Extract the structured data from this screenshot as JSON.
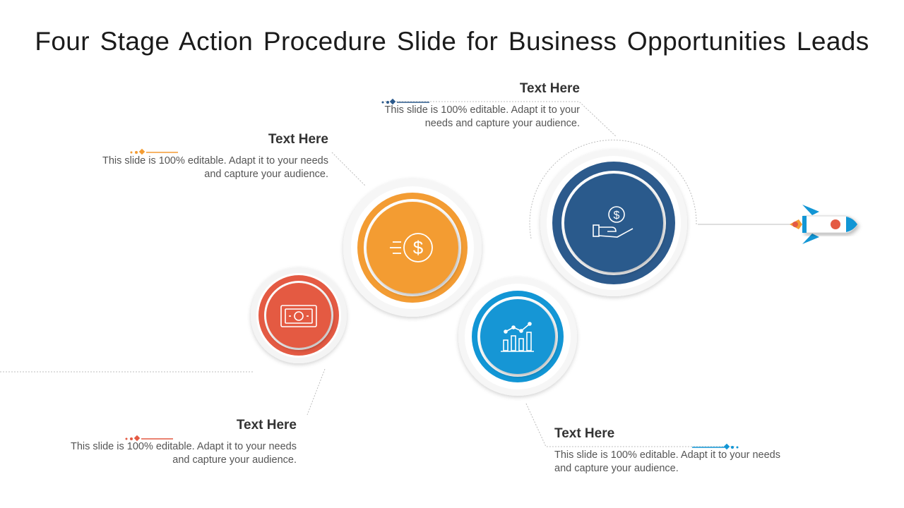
{
  "title": "Four Stage Action Procedure Slide for Business Opportunities Leads",
  "colors": {
    "red": "#E45A43",
    "orange": "#F39C33",
    "cyan": "#1296D5",
    "navy": "#2C5A8C",
    "gray_line": "#BDBDBD"
  },
  "stages": [
    {
      "heading": "Text Here",
      "text": "This slide is 100% editable. Adapt it to your needs and capture your audience.",
      "icon": "banknote-icon",
      "color": "#E45A43"
    },
    {
      "heading": "Text Here",
      "text": "This slide is 100% editable. Adapt it to your needs and capture your audience.",
      "icon": "fast-dollar-coin-icon",
      "color": "#F39C33"
    },
    {
      "heading": "Text Here",
      "text": "This slide is 100% editable. Adapt it to your needs and capture your audience.",
      "icon": "growth-chart-icon",
      "color": "#1296D5"
    },
    {
      "heading": "Text Here",
      "text": "This slide is 100% editable. Adapt it to your needs and capture your audience.",
      "icon": "dollar-hand-icon",
      "color": "#2C5A8C"
    }
  ],
  "end_icon": "rocket-icon"
}
